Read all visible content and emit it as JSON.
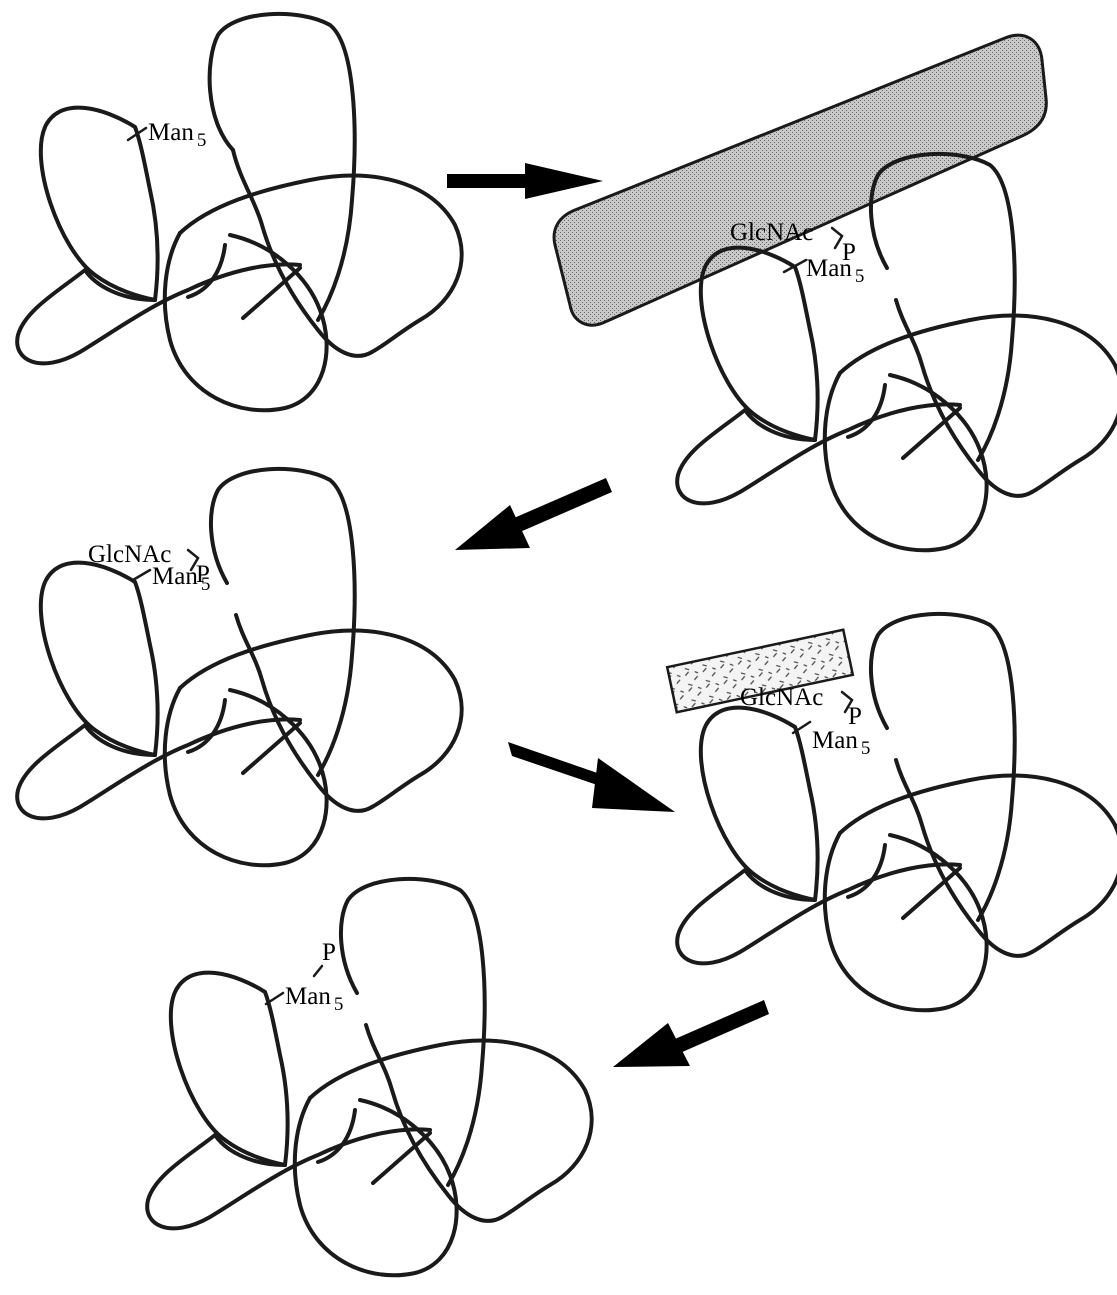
{
  "labels": {
    "step1_man": "Man",
    "step1_sub": "5",
    "step2_glc": "GlcNAc",
    "step2_p": "P",
    "step2_man": "Man",
    "step2_sub": "5",
    "step3_glc": "GlcNAc",
    "step3_p": "P",
    "step3_man": "Man",
    "step3_sub": "5",
    "step4_glc": "GlcNAc",
    "step4_p": "P",
    "step4_man": "Man",
    "step4_sub": "5",
    "step5_p": "P",
    "step5_man": "Man",
    "step5_sub": "5"
  },
  "colors": {
    "line": "#1a1a1a",
    "enzyme_fill": "#c8c8c8",
    "glycosidase_fill": "#f4f4f4",
    "arrow": "#000000"
  }
}
